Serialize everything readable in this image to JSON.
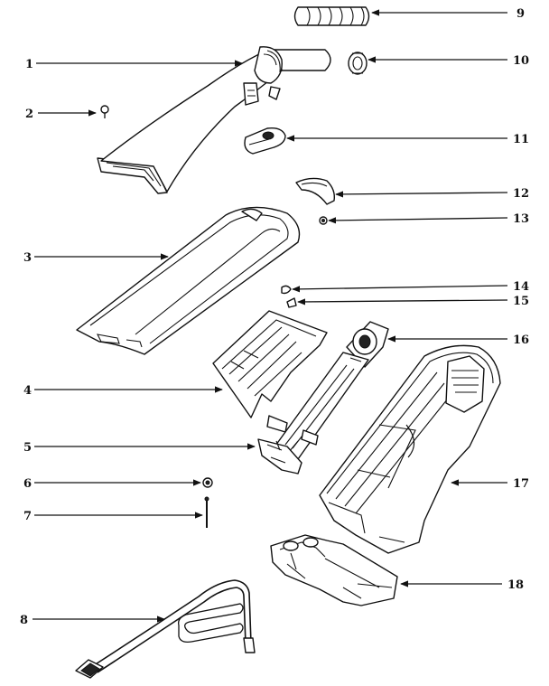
{
  "callouts": [
    {
      "id": "c1",
      "text": "1"
    },
    {
      "id": "c2",
      "text": "2"
    },
    {
      "id": "c3",
      "text": "3"
    },
    {
      "id": "c4",
      "text": "4"
    },
    {
      "id": "c5",
      "text": "5"
    },
    {
      "id": "c6",
      "text": "6"
    },
    {
      "id": "c7",
      "text": "7"
    },
    {
      "id": "c8",
      "text": "8"
    },
    {
      "id": "c9",
      "text": "9"
    },
    {
      "id": "c10",
      "text": "10"
    },
    {
      "id": "c11",
      "text": "11"
    },
    {
      "id": "c12",
      "text": "12"
    },
    {
      "id": "c13",
      "text": "13"
    },
    {
      "id": "c14",
      "text": "14"
    },
    {
      "id": "c15",
      "text": "15"
    },
    {
      "id": "c16",
      "text": "16"
    },
    {
      "id": "c17",
      "text": "17"
    },
    {
      "id": "c18",
      "text": "18"
    }
  ],
  "colors": {
    "ink": "#111111",
    "paper": "#ffffff"
  }
}
